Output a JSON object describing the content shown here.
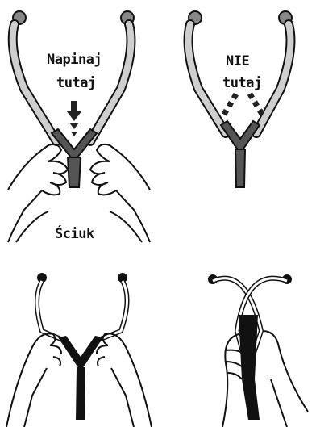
{
  "panels": [
    {
      "id": "press",
      "labels": [
        "Napinaj",
        "tutaj",
        "Ściuk"
      ]
    },
    {
      "id": "not-here",
      "labels": [
        "NIE",
        "tutaj"
      ]
    },
    {
      "id": "spread-open",
      "labels": []
    },
    {
      "id": "squeeze-closed",
      "labels": []
    }
  ]
}
